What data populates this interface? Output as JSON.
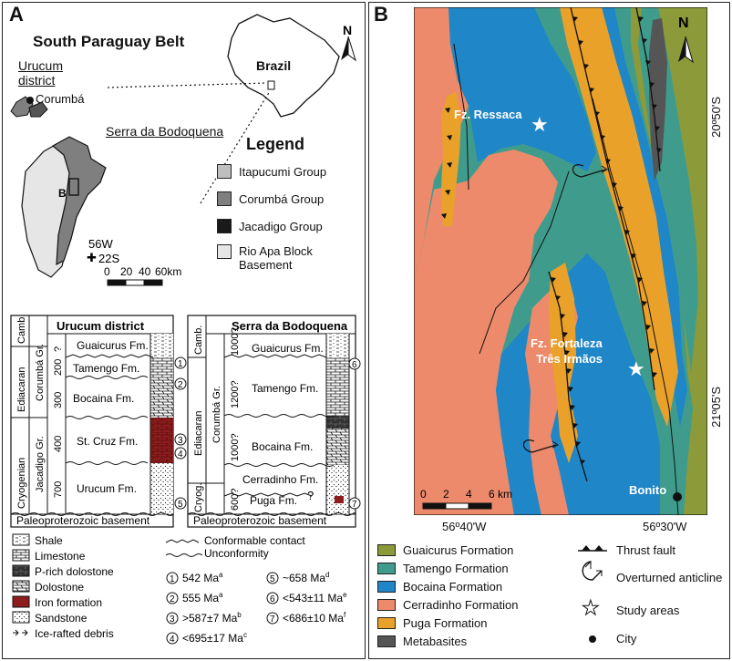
{
  "panel_a": {
    "letter": "A",
    "title": "South Paraguay Belt",
    "brazil_label": "Brazil",
    "urucum_label": [
      "Urucum",
      "district"
    ],
    "corumba_label": "Corumbá",
    "serra_label": [
      "Serra da",
      "Bodoquena"
    ],
    "box_label": "B",
    "coord_lon": "56W",
    "coord_lat": "22S",
    "scale_ticks": [
      "0",
      "20",
      "40",
      "60km"
    ],
    "north_label": "N",
    "legend_title": "Legend",
    "legend": [
      {
        "label": "Itapucumi Group",
        "color": "#bfbfbf"
      },
      {
        "label": "Corumbá Group",
        "color": "#7f7f7f"
      },
      {
        "label": "Jacadigo Group",
        "color": "#1a1a1a"
      },
      {
        "label": "Rio Apa Block",
        "label2": "Basement",
        "color": "#e6e6e6"
      }
    ]
  },
  "urucum_column": {
    "title": "Urucum district",
    "periods": [
      "Camb.",
      "Ediacaran",
      "Cryogenian"
    ],
    "groups": [
      "Corumbá Gr.",
      "Jacadigo Gr."
    ],
    "ages": [
      "?",
      "200",
      "300",
      "400",
      "700"
    ],
    "formations": [
      "Guaicurus Fm.",
      "Tamengo Fm.",
      "Bocaina Fm.",
      "St. Cruz Fm.",
      "Urucum Fm."
    ],
    "basement": "Paleoproterozoic basement",
    "markers": [
      "1",
      "2",
      "3",
      "4",
      "5"
    ]
  },
  "bodoquena_column": {
    "title": "Serra da Bodoquena",
    "periods": [
      "Camb.",
      "Ediacaran",
      "Cryog."
    ],
    "groups": [
      "Corumbá Gr."
    ],
    "ages": [
      "1000?",
      "1200?",
      "1000?",
      "600?"
    ],
    "formations": [
      "Guaicurus Fm.",
      "Tamengo Fm.",
      "Bocaina Fm.",
      "Cerradinho Fm.",
      "Puga Fm."
    ],
    "question_mark": "?",
    "basement": "Paleoproterozoic basement",
    "markers": [
      "6",
      "7"
    ]
  },
  "lithology_legend": [
    "Shale",
    "Limestone",
    "P-rich dolostone",
    "Dolostone",
    "Iron formation",
    "Sandstone",
    "Ice-rafted debris"
  ],
  "contact_legend": [
    "Conformable contact",
    "Unconformity"
  ],
  "age_legend": [
    {
      "n": "1",
      "text": "542 Ma",
      "sup": "a"
    },
    {
      "n": "2",
      "text": "555 Ma",
      "sup": "a"
    },
    {
      "n": "3",
      "text": ">587±7 Ma",
      "sup": "b"
    },
    {
      "n": "4",
      "text": "<695±17 Ma",
      "sup": "c"
    },
    {
      "n": "5",
      "text": "~658 Ma",
      "sup": "d"
    },
    {
      "n": "6",
      "text": "<543±11 Ma",
      "sup": "e"
    },
    {
      "n": "7",
      "text": "<686±10 Ma",
      "sup": "f"
    }
  ],
  "panel_b": {
    "letter": "B",
    "north_label": "N",
    "site1": "Fz. Ressaca",
    "site2_line1": "Fz. Fortaleza",
    "site2_line2": "Três Irmãos",
    "city": "Bonito",
    "scale_ticks": [
      "0",
      "2",
      "4",
      "6 km"
    ],
    "lat_ticks": [
      "20º50'S",
      "21º05'S"
    ],
    "lon_ticks": [
      "56º40'W",
      "56º30'W"
    ],
    "colors": {
      "guaicurus": "#8c9a3a",
      "tamengo": "#3f9c8c",
      "bocaina": "#1f86c8",
      "cerradinho": "#ec8a6b",
      "puga": "#eaa12a",
      "metabasite": "#555555"
    },
    "legend": [
      {
        "label": "Guaicurus Formation",
        "color": "#8c9a3a"
      },
      {
        "label": "Tamengo Formation",
        "color": "#3f9c8c"
      },
      {
        "label": "Bocaina Formation",
        "color": "#1f86c8"
      },
      {
        "label": "Cerradinho Formation",
        "color": "#ec8a6b"
      },
      {
        "label": "Puga Formation",
        "color": "#eaa12a"
      },
      {
        "label": "Metabasites",
        "color": "#555555"
      }
    ],
    "symbols": [
      "Thrust fault",
      "Overturned anticline",
      "Study areas",
      "City"
    ]
  }
}
